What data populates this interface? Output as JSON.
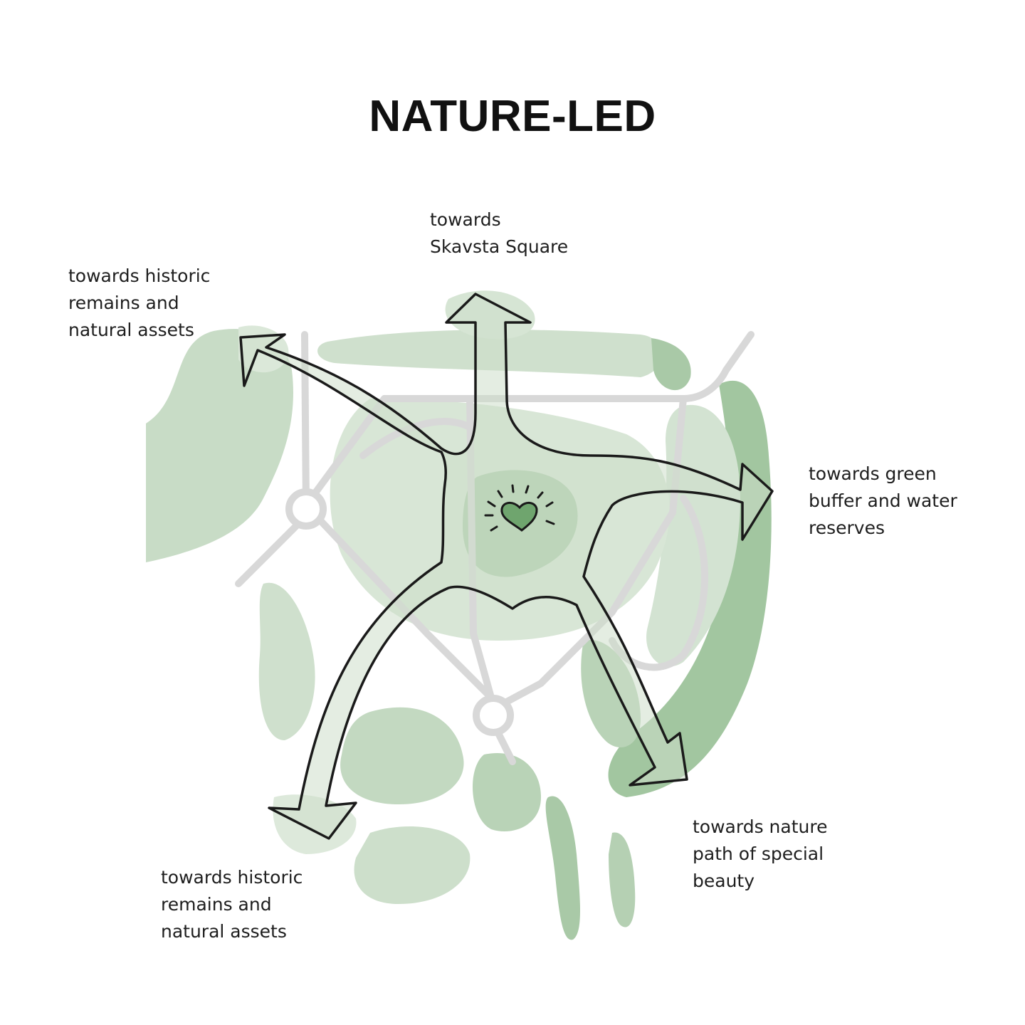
{
  "title": "NATURE-LED",
  "labels": {
    "top": [
      "towards",
      "Skavsta Square"
    ],
    "upper_left": [
      "towards historic",
      "remains and",
      "natural assets"
    ],
    "right": [
      "towards green",
      "buffer and water",
      "reserves"
    ],
    "bottom_right": [
      "towards nature",
      "path of special",
      "beauty"
    ],
    "bottom_left": [
      "towards historic",
      "remains and",
      "natural assets"
    ]
  },
  "colors": {
    "green_light": "#d3e3d2",
    "green_mid": "#a9c9a7",
    "green_dark": "#8ab58a",
    "heart": "#6fa56e",
    "road": "#d8d8d8",
    "ink": "#1a1a1a"
  },
  "icons": [
    "heart-icon",
    "arrow-icon"
  ]
}
